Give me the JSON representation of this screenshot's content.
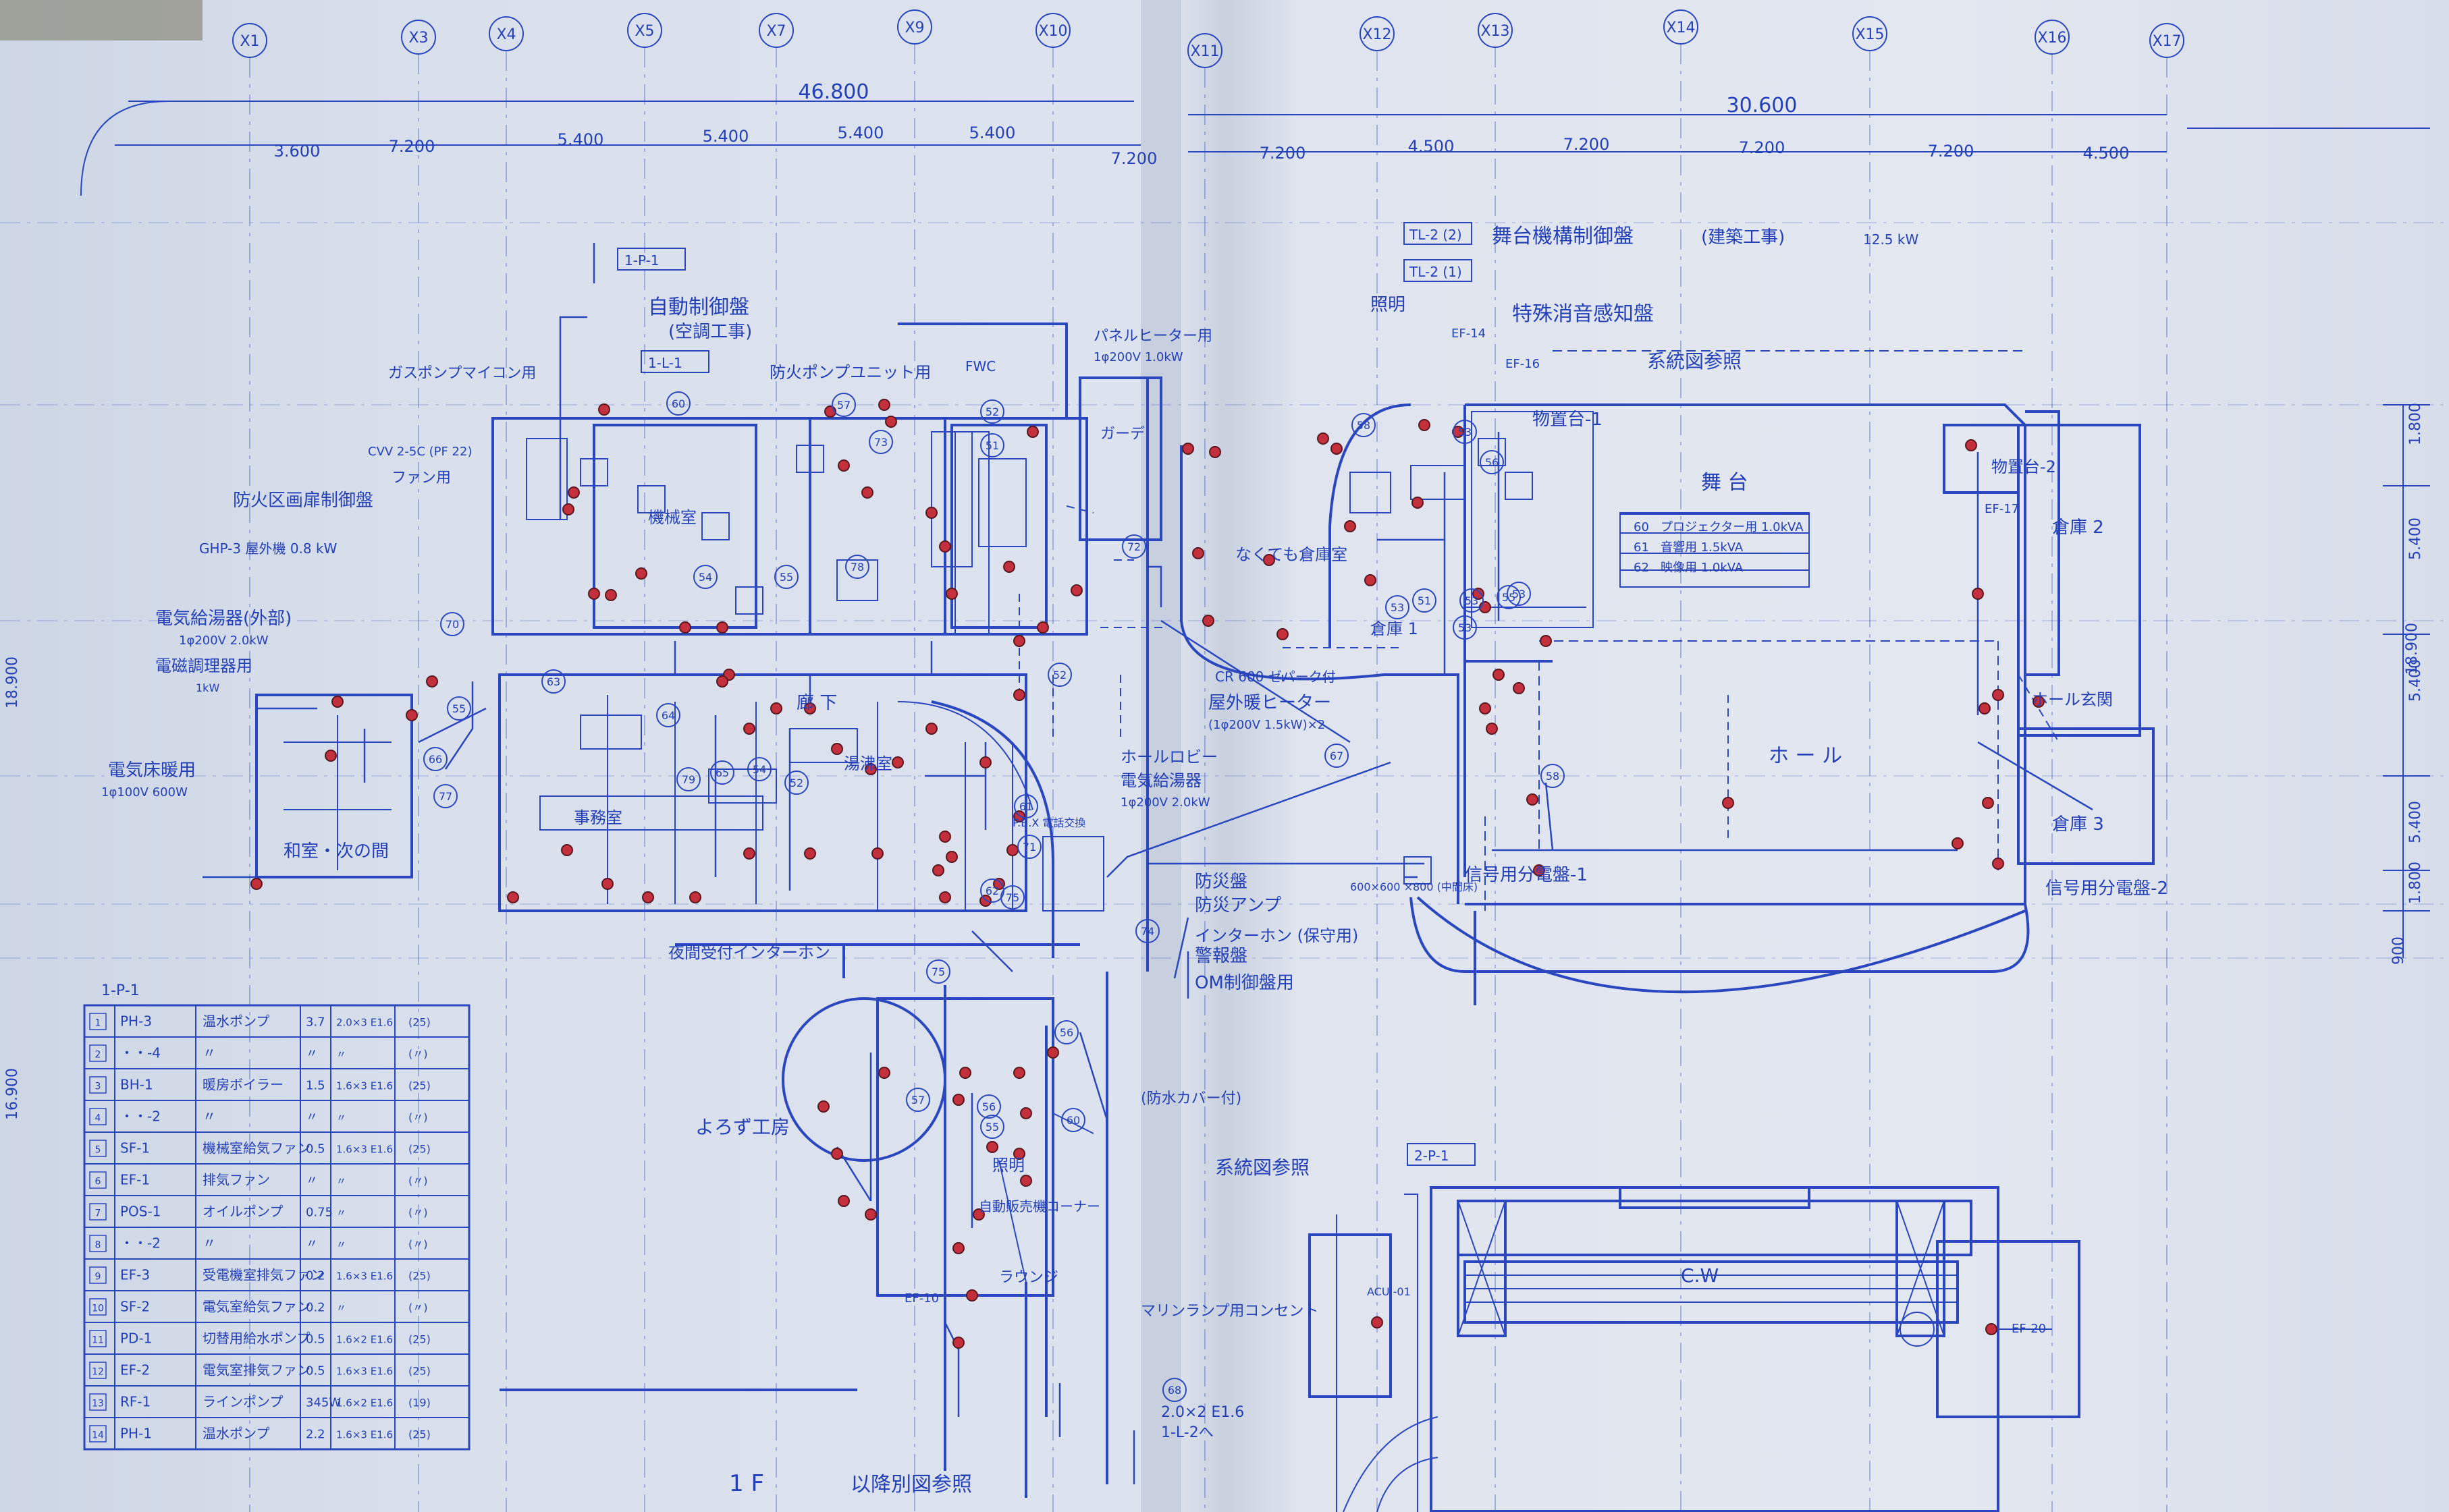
{
  "sheet": {
    "floor_label": "1 F",
    "grid_axes": [
      "X1",
      "X3",
      "X4",
      "X5",
      "X7",
      "X9",
      "X10",
      "X11",
      "X12",
      "X13",
      "X14",
      "X15",
      "X16",
      "X17"
    ],
    "overall_dims": [
      "46.800",
      "30.600"
    ],
    "span_dims": [
      "3.600",
      "7.200",
      "5.400",
      "5.400",
      "5.400",
      "5.400",
      "7.200",
      "7.200",
      "4.500",
      "7.200",
      "7.200",
      "7.200",
      "4.500"
    ],
    "vertical_dims": [
      "1.800",
      "5.400",
      "5.400",
      "5.400",
      "1.800",
      "900",
      "18.900",
      "18.900",
      "16.900"
    ]
  },
  "rooms": {
    "stage_hall": "ホ ー ル",
    "stage": "舞 台",
    "hall_lobby": "ホールロビー",
    "corridor": "廊 下",
    "lounge": "ラウンジ",
    "yorozu": "よろず工房",
    "japanese_room": "和室・次の間",
    "warehouse_1": "倉庫 1",
    "warehouse_2": "倉庫 2",
    "warehouse_3": "倉庫 3",
    "props_room": "物置台-1",
    "props_room_2": "物置台-2",
    "storage_back": "なくても倉庫室",
    "management": "事務室",
    "machine_room": "機械室",
    "tea_room": "湯沸室",
    "garage": "ガーデ",
    "side_entrance": "ホール玄関",
    "cw": "C.W"
  },
  "annotations": {
    "p1_tag": "1-P-1",
    "l1_tag": "1-L-1",
    "p2_tag": "2-P-1",
    "tl2": "TL-2 (2)",
    "tl2b": "TL-2 (1)",
    "auto_control": "自動制御盤",
    "air_work": "(空調工事)",
    "stage_control": "舞台機構制御盤",
    "building_work": "(建築工事)",
    "kw_125": "12.5 kW",
    "special_fire": "特殊消音感知盤",
    "lighting": "照明",
    "system_ref": "系統図参照",
    "system_ref_2": "系統図参照",
    "gas_pump": "ガスポンプマイコン用",
    "cvv": "CVV 2-5C (PF 22)",
    "fan_use": "ファン用",
    "fire_shutter": "防火区画扉制御盤",
    "ghp": "GHP-3 屋外機 0.8 kW",
    "water_heater": "電気給湯器(外部)",
    "water_heater_spec": "1φ200V 2.0kW",
    "elec_cooking": "電磁調理器用",
    "kw1": "1kW",
    "elec_floor": "電気床暖用",
    "elec_floor_spec": "1φ100V 600W",
    "panel_heater": "パネルヒーター用",
    "panel_heater_spec": "1φ200V 1.0kW",
    "fan_unit": "防火ポンプユニット用",
    "fwc": "FWC",
    "cr600": "CR 600 ゼパーク付",
    "outdoor_heater": "屋外暖ヒーター",
    "outdoor_heater_spec": "(1φ200V 1.5kW)×2",
    "hall_lobby_heater": "ホールロビー",
    "elec_water": "電気給湯器",
    "elec_water_spec": "1φ200V 2.0kW",
    "pbx": "P.B.X 電話交換",
    "fire_panel": "防災盤",
    "fire_amp": "防災アンプ",
    "intercom": "インターホン (保守用)",
    "alarm_panel": "警報盤",
    "om_panel": "OM制御盤用",
    "night_intercom": "夜間受付インターホン",
    "panel_box": "600×600 ×800 (中間床)",
    "dist_board_1": "信号用分電盤-1",
    "dist_board_2": "信号用分電盤-2",
    "waterproof": "(防水カバー付)",
    "lighting2": "照明",
    "vending": "自動販売機コーナー",
    "marine_lamp": "マリンランプ用コンセント",
    "cable": "2.0×2 E1.6",
    "cable_tag": "1-L-2へ",
    "continue": "以降別図参照",
    "projector": [
      "プロジェクター用 1.0kVA",
      "音響用 1.5kVA",
      "映像用 1.0kVA"
    ],
    "projector_nums": [
      "60",
      "61",
      "62"
    ],
    "ef14": "EF-14",
    "ef16": "EF-16",
    "ef17": "EF-17",
    "ef20": "EF-20",
    "ef10": "EF-10",
    "acu": "ACU -01"
  },
  "equipment_table": {
    "title": "1-P-1",
    "rows": [
      {
        "no": "1",
        "code": "PH-3",
        "name": "温水ポンプ",
        "kw": "3.7",
        "cable": "2.0×3 E1.6",
        "pipe": "(25)"
      },
      {
        "no": "2",
        "code": "・・-4",
        "name": "〃",
        "kw": "〃",
        "cable": "〃",
        "pipe": "(〃)"
      },
      {
        "no": "3",
        "code": "BH-1",
        "name": "暖房ボイラー",
        "kw": "1.5",
        "cable": "1.6×3 E1.6",
        "pipe": "(25)"
      },
      {
        "no": "4",
        "code": "・・-2",
        "name": "〃",
        "kw": "〃",
        "cable": "〃",
        "pipe": "(〃)"
      },
      {
        "no": "5",
        "code": "SF-1",
        "name": "機械室給気ファン",
        "kw": "0.5",
        "cable": "1.6×3 E1.6",
        "pipe": "(25)"
      },
      {
        "no": "6",
        "code": "EF-1",
        "name": "排気ファン",
        "kw": "〃",
        "cable": "〃",
        "pipe": "(〃)"
      },
      {
        "no": "7",
        "code": "POS-1",
        "name": "オイルポンプ",
        "kw": "0.75",
        "cable": "〃",
        "pipe": "(〃)"
      },
      {
        "no": "8",
        "code": "・・-2",
        "name": "〃",
        "kw": "〃",
        "cable": "〃",
        "pipe": "(〃)"
      },
      {
        "no": "9",
        "code": "EF-3",
        "name": "受電機室排気ファン",
        "kw": "0.2",
        "cable": "1.6×3 E1.6",
        "pipe": "(25)"
      },
      {
        "no": "10",
        "code": "SF-2",
        "name": "電気室給気ファン",
        "kw": "0.2",
        "cable": "〃",
        "pipe": "(〃)"
      },
      {
        "no": "11",
        "code": "PD-1",
        "name": "切替用給水ポンプ",
        "kw": "0.5",
        "cable": "1.6×2 E1.6",
        "pipe": "(25)"
      },
      {
        "no": "12",
        "code": "EF-2",
        "name": "電気室排気ファン",
        "kw": "0.5",
        "cable": "1.6×3 E1.6",
        "pipe": "(25)"
      },
      {
        "no": "13",
        "code": "RF-1",
        "name": "ラインポンプ",
        "kw": "345W",
        "cable": "1.6×2 E1.6",
        "pipe": "(19)"
      },
      {
        "no": "14",
        "code": "PH-1",
        "name": "温水ポンプ",
        "kw": "2.2",
        "cable": "1.6×3 E1.6",
        "pipe": "(25)"
      }
    ]
  },
  "colors": {
    "paper": "#dde3ee",
    "ink": "#2440b8",
    "outlet": "#c4303c"
  }
}
